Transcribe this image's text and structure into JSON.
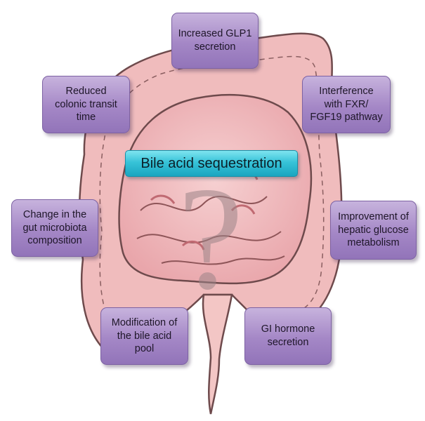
{
  "center_label": "Bile acid sequestration",
  "mechanisms": [
    {
      "key": "glp1",
      "text": "Increased GLP1\nsecretion"
    },
    {
      "key": "fxr",
      "text": "Interference\nwith FXR/\nFGF19 pathway"
    },
    {
      "key": "transit",
      "text": "Reduced\ncolonic transit\ntime"
    },
    {
      "key": "microbiota",
      "text": "Change in the\ngut microbiota\ncomposition"
    },
    {
      "key": "hepatic",
      "text": "Improvement of\nhepatic glucose\nmetabolism"
    },
    {
      "key": "pool",
      "text": "Modification of\nthe bile acid\npool"
    },
    {
      "key": "gi",
      "text": "GI hormone\nsecretion"
    }
  ],
  "central_symbol": "?",
  "colors": {
    "mechanism_box": "#a487c6",
    "center_banner": "#37c3d8",
    "intestine": "#f2b8bc",
    "outline": "#6e4a4c"
  }
}
